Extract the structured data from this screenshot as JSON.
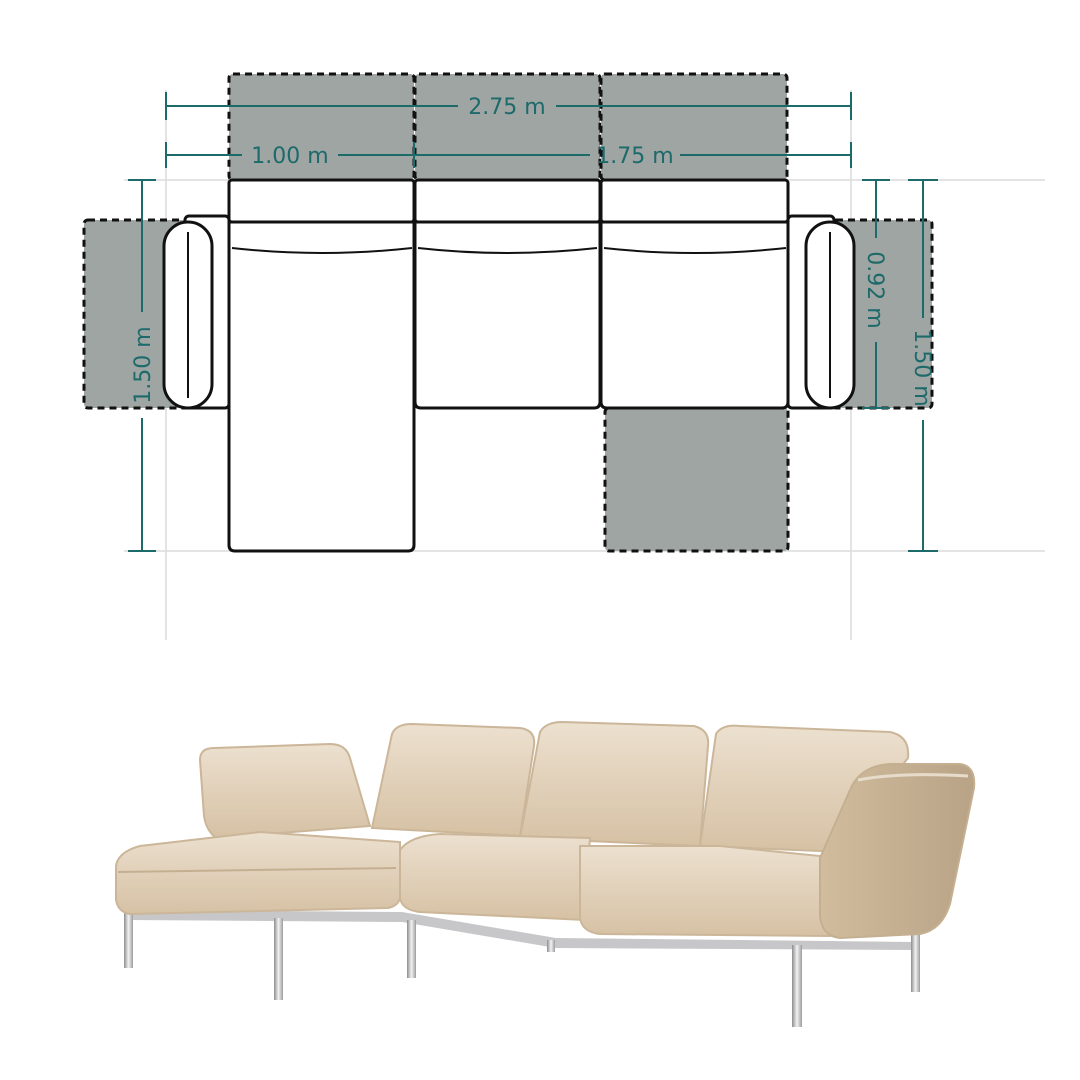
{
  "colors": {
    "dimension_line": "#1d6a6a",
    "shaded_zone": "#9ea5a3",
    "outline": "#111111",
    "guide": "#dcdcdc",
    "fabric": "#dcc9b0",
    "fabric_shadow": "#b9a386",
    "fabric_light": "#ece0cf",
    "metal": "#c9c9cb"
  },
  "dimensions": {
    "total_width": "2.75 m",
    "chaise_width": "1.00 m",
    "sofa_width": "1.75 m",
    "left_depth": "1.50 m",
    "seat_depth": "0.92 m",
    "right_depth": "1.50 m"
  },
  "icons": {
    "plan": "sofa-floor-plan-diagram",
    "photo": "corner-sofa-illustration"
  }
}
